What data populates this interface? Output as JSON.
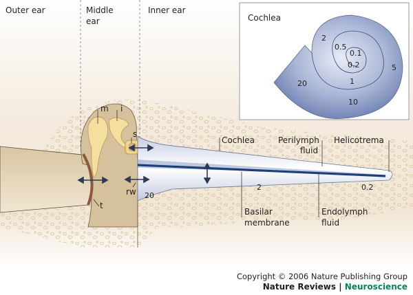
{
  "regions": {
    "outer_ear": "Outer ear",
    "middle_ear_1": "Middle",
    "middle_ear_2": "ear",
    "inner_ear": "Inner ear"
  },
  "inset": {
    "title": "Cochlea",
    "frequency_labels": [
      "20",
      "10",
      "5",
      "2",
      "1",
      "0.5",
      "0.2",
      "0.1"
    ]
  },
  "ossicles": {
    "malleus": "m",
    "incus": "i",
    "stapes": "s"
  },
  "structures": {
    "tympanic_membrane": "t",
    "round_window": "rw",
    "cochlea": "Cochlea",
    "perilymph_1": "Perilymph",
    "perilymph_2": "fluid",
    "helicotrema": "Helicotrema",
    "basilar_1": "Basilar",
    "basilar_2": "membrane",
    "endolymph_1": "Endolymph",
    "endolymph_2": "fluid"
  },
  "uncoiled_frequency_labels": {
    "base": "20",
    "mid": "2",
    "apex": "0.2"
  },
  "colors": {
    "membrane": "#1f3f7a",
    "bone": "#e8d9b5",
    "ossicle": "#f5df9e",
    "accent": "#00875a"
  },
  "footer": {
    "copyright": "Copyright © 2006 Nature Publishing Group",
    "journal": "Nature Reviews",
    "separator": " | ",
    "section": "Neuroscience"
  }
}
